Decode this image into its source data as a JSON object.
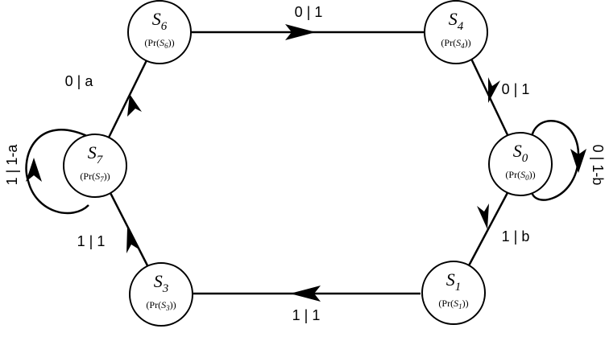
{
  "states": [
    {
      "id": "S6",
      "name": "S",
      "sub": "6",
      "prob_prefix": "(Pr(",
      "prob_name": "S",
      "prob_sub": "6",
      "prob_suffix": "))"
    },
    {
      "id": "S4",
      "name": "S",
      "sub": "4",
      "prob_prefix": "(Pr(",
      "prob_name": "S",
      "prob_sub": "4",
      "prob_suffix": "))"
    },
    {
      "id": "S0",
      "name": "S",
      "sub": "0",
      "prob_prefix": "(Pr(",
      "prob_name": "S",
      "prob_sub": "0",
      "prob_suffix": "))"
    },
    {
      "id": "S1",
      "name": "S",
      "sub": "1",
      "prob_prefix": "(Pr(",
      "prob_name": "S",
      "prob_sub": "1",
      "prob_suffix": "))"
    },
    {
      "id": "S3",
      "name": "S",
      "sub": "3",
      "prob_prefix": "(Pr(",
      "prob_name": "S",
      "prob_sub": "3",
      "prob_suffix": "))"
    },
    {
      "id": "S7",
      "name": "S",
      "sub": "7",
      "prob_prefix": "(Pr(",
      "prob_name": "S",
      "prob_sub": "7",
      "prob_suffix": "))"
    }
  ],
  "transitions": [
    {
      "from": "S6",
      "to": "S4",
      "label": "0 | 1"
    },
    {
      "from": "S4",
      "to": "S0",
      "label": "0 | 1"
    },
    {
      "from": "S0",
      "to": "S0",
      "label": "0 | 1-b"
    },
    {
      "from": "S0",
      "to": "S1",
      "label": "1 | b"
    },
    {
      "from": "S1",
      "to": "S3",
      "label": "1 | 1"
    },
    {
      "from": "S3",
      "to": "S7",
      "label": "1 | 1"
    },
    {
      "from": "S7",
      "to": "S7",
      "label": "1 | 1-a"
    },
    {
      "from": "S7",
      "to": "S6",
      "label": "0 | a"
    }
  ]
}
